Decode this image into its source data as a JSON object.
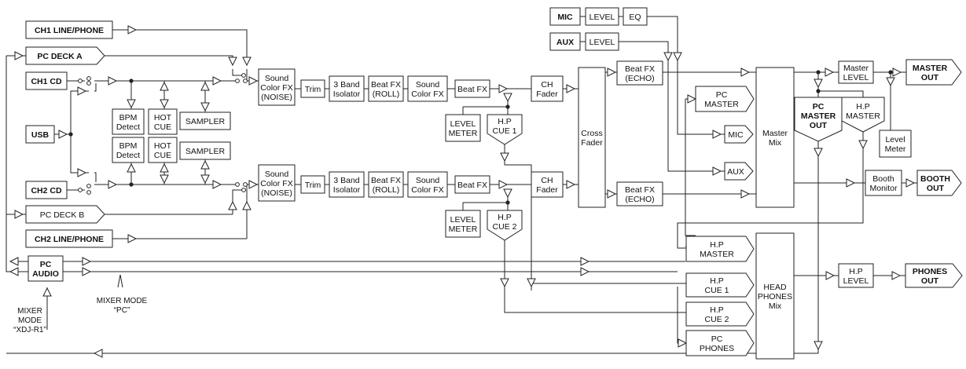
{
  "blocks": {
    "ch1_line_phone": "CH1 LINE/PHONE",
    "pc_deck_a": "PC DECK A",
    "ch1_cd": "CH1 CD",
    "usb": "USB",
    "ch2_cd": "CH2 CD",
    "pc_deck_b": "PC DECK B",
    "ch2_line_phone": "CH2 LINE/PHONE",
    "pc_audio": [
      "PC",
      "AUDIO"
    ],
    "bpm_detect": [
      "BPM",
      "Detect"
    ],
    "hot_cue": [
      "HOT",
      "CUE"
    ],
    "sampler": "SAMPLER",
    "sound_color_fx_noise": [
      "Sound",
      "Color FX",
      "(NOISE)"
    ],
    "trim": "Trim",
    "band_isolator": [
      "3 Band",
      "Isolator"
    ],
    "beat_fx_roll": [
      "Beat FX",
      "(ROLL)"
    ],
    "sound_color_fx": [
      "Sound",
      "Color FX"
    ],
    "beat_fx": "Beat FX",
    "level_meter": [
      "LEVEL",
      "METER"
    ],
    "hp_cue_1": [
      "H.P",
      "CUE 1"
    ],
    "hp_cue_2": [
      "H.P",
      "CUE 2"
    ],
    "ch_fader": [
      "CH",
      "Fader"
    ],
    "cross_fader": [
      "Cross",
      "Fader"
    ],
    "beat_fx_echo": [
      "Beat FX",
      "(ECHO)"
    ],
    "mic": "MIC",
    "aux": "AUX",
    "level": "LEVEL",
    "eq": "EQ",
    "pc_master": [
      "PC",
      "MASTER"
    ],
    "master_mix": [
      "Master",
      "Mix"
    ],
    "pc_master_out": [
      "PC",
      "MASTER",
      "OUT"
    ],
    "hp_master": [
      "H.P",
      "MASTER"
    ],
    "master_level": [
      "Master",
      "LEVEL"
    ],
    "master_out": [
      "MASTER",
      "OUT"
    ],
    "level_meter_small": [
      "Level",
      "Meter"
    ],
    "booth_monitor": [
      "Booth",
      "Monitor"
    ],
    "booth_out": [
      "BOOTH",
      "OUT"
    ],
    "headphones_mix": [
      "HEAD",
      "PHONES",
      "Mix"
    ],
    "pc_phones": [
      "PC",
      "PHONES"
    ],
    "hp_level": [
      "H.P",
      "LEVEL"
    ],
    "phones_out": [
      "PHONES",
      "OUT"
    ]
  },
  "notes": {
    "mixer_mode_xdj": [
      "MIXER",
      "MODE",
      "“XDJ-R1”"
    ],
    "mixer_mode_pc": [
      "MIXER MODE",
      "“PC”"
    ]
  },
  "colors": {
    "line": "#222222",
    "background": "#ffffff"
  }
}
